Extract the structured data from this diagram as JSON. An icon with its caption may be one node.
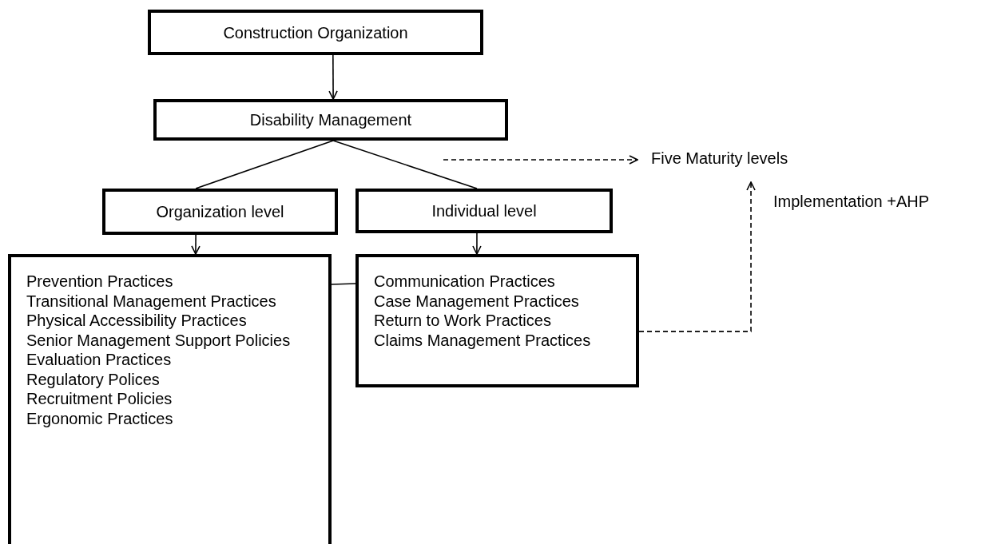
{
  "diagram": {
    "nodes": [
      {
        "text": [
          "Construction Organization"
        ]
      },
      {
        "text": [
          "Disability Management"
        ]
      },
      {
        "text": [
          "Five Maturity levels"
        ]
      },
      {
        "text": [
          "Organization level"
        ]
      },
      {
        "text": [
          "Individual level"
        ]
      },
      {
        "text": [
          "Prevention Practices",
          "Transitional Management Practices",
          "Physical Accessibility Practices",
          "Senior Management Support Policies",
          "Evaluation Practices",
          "Regulatory Polices",
          "Recruitment Policies",
          "Ergonomic Practices"
        ]
      },
      {
        "text": [
          "Communication Practices",
          "Case Management Practices",
          "Return to Work Practices",
          "Claims Management Practices"
        ]
      }
    ],
    "edges": [
      {
        "from": 0,
        "to": 1,
        "arrow": "to"
      },
      {
        "from": 1,
        "to": 3,
        "arrow": "none"
      },
      {
        "from": 1,
        "to": 4,
        "arrow": "none"
      },
      {
        "from": 3,
        "to": 5,
        "arrow": "to"
      },
      {
        "from": 4,
        "to": 6,
        "arrow": "to"
      },
      {
        "from": 5,
        "to": 6,
        "arrow": "none"
      },
      {
        "from": null,
        "to": 2,
        "arrow": "to",
        "style": "dashed"
      },
      {
        "from": 6,
        "to": 2,
        "arrow": "to",
        "style": "dashed"
      }
    ],
    "labels": [
      "Implementation +AHP"
    ]
  }
}
